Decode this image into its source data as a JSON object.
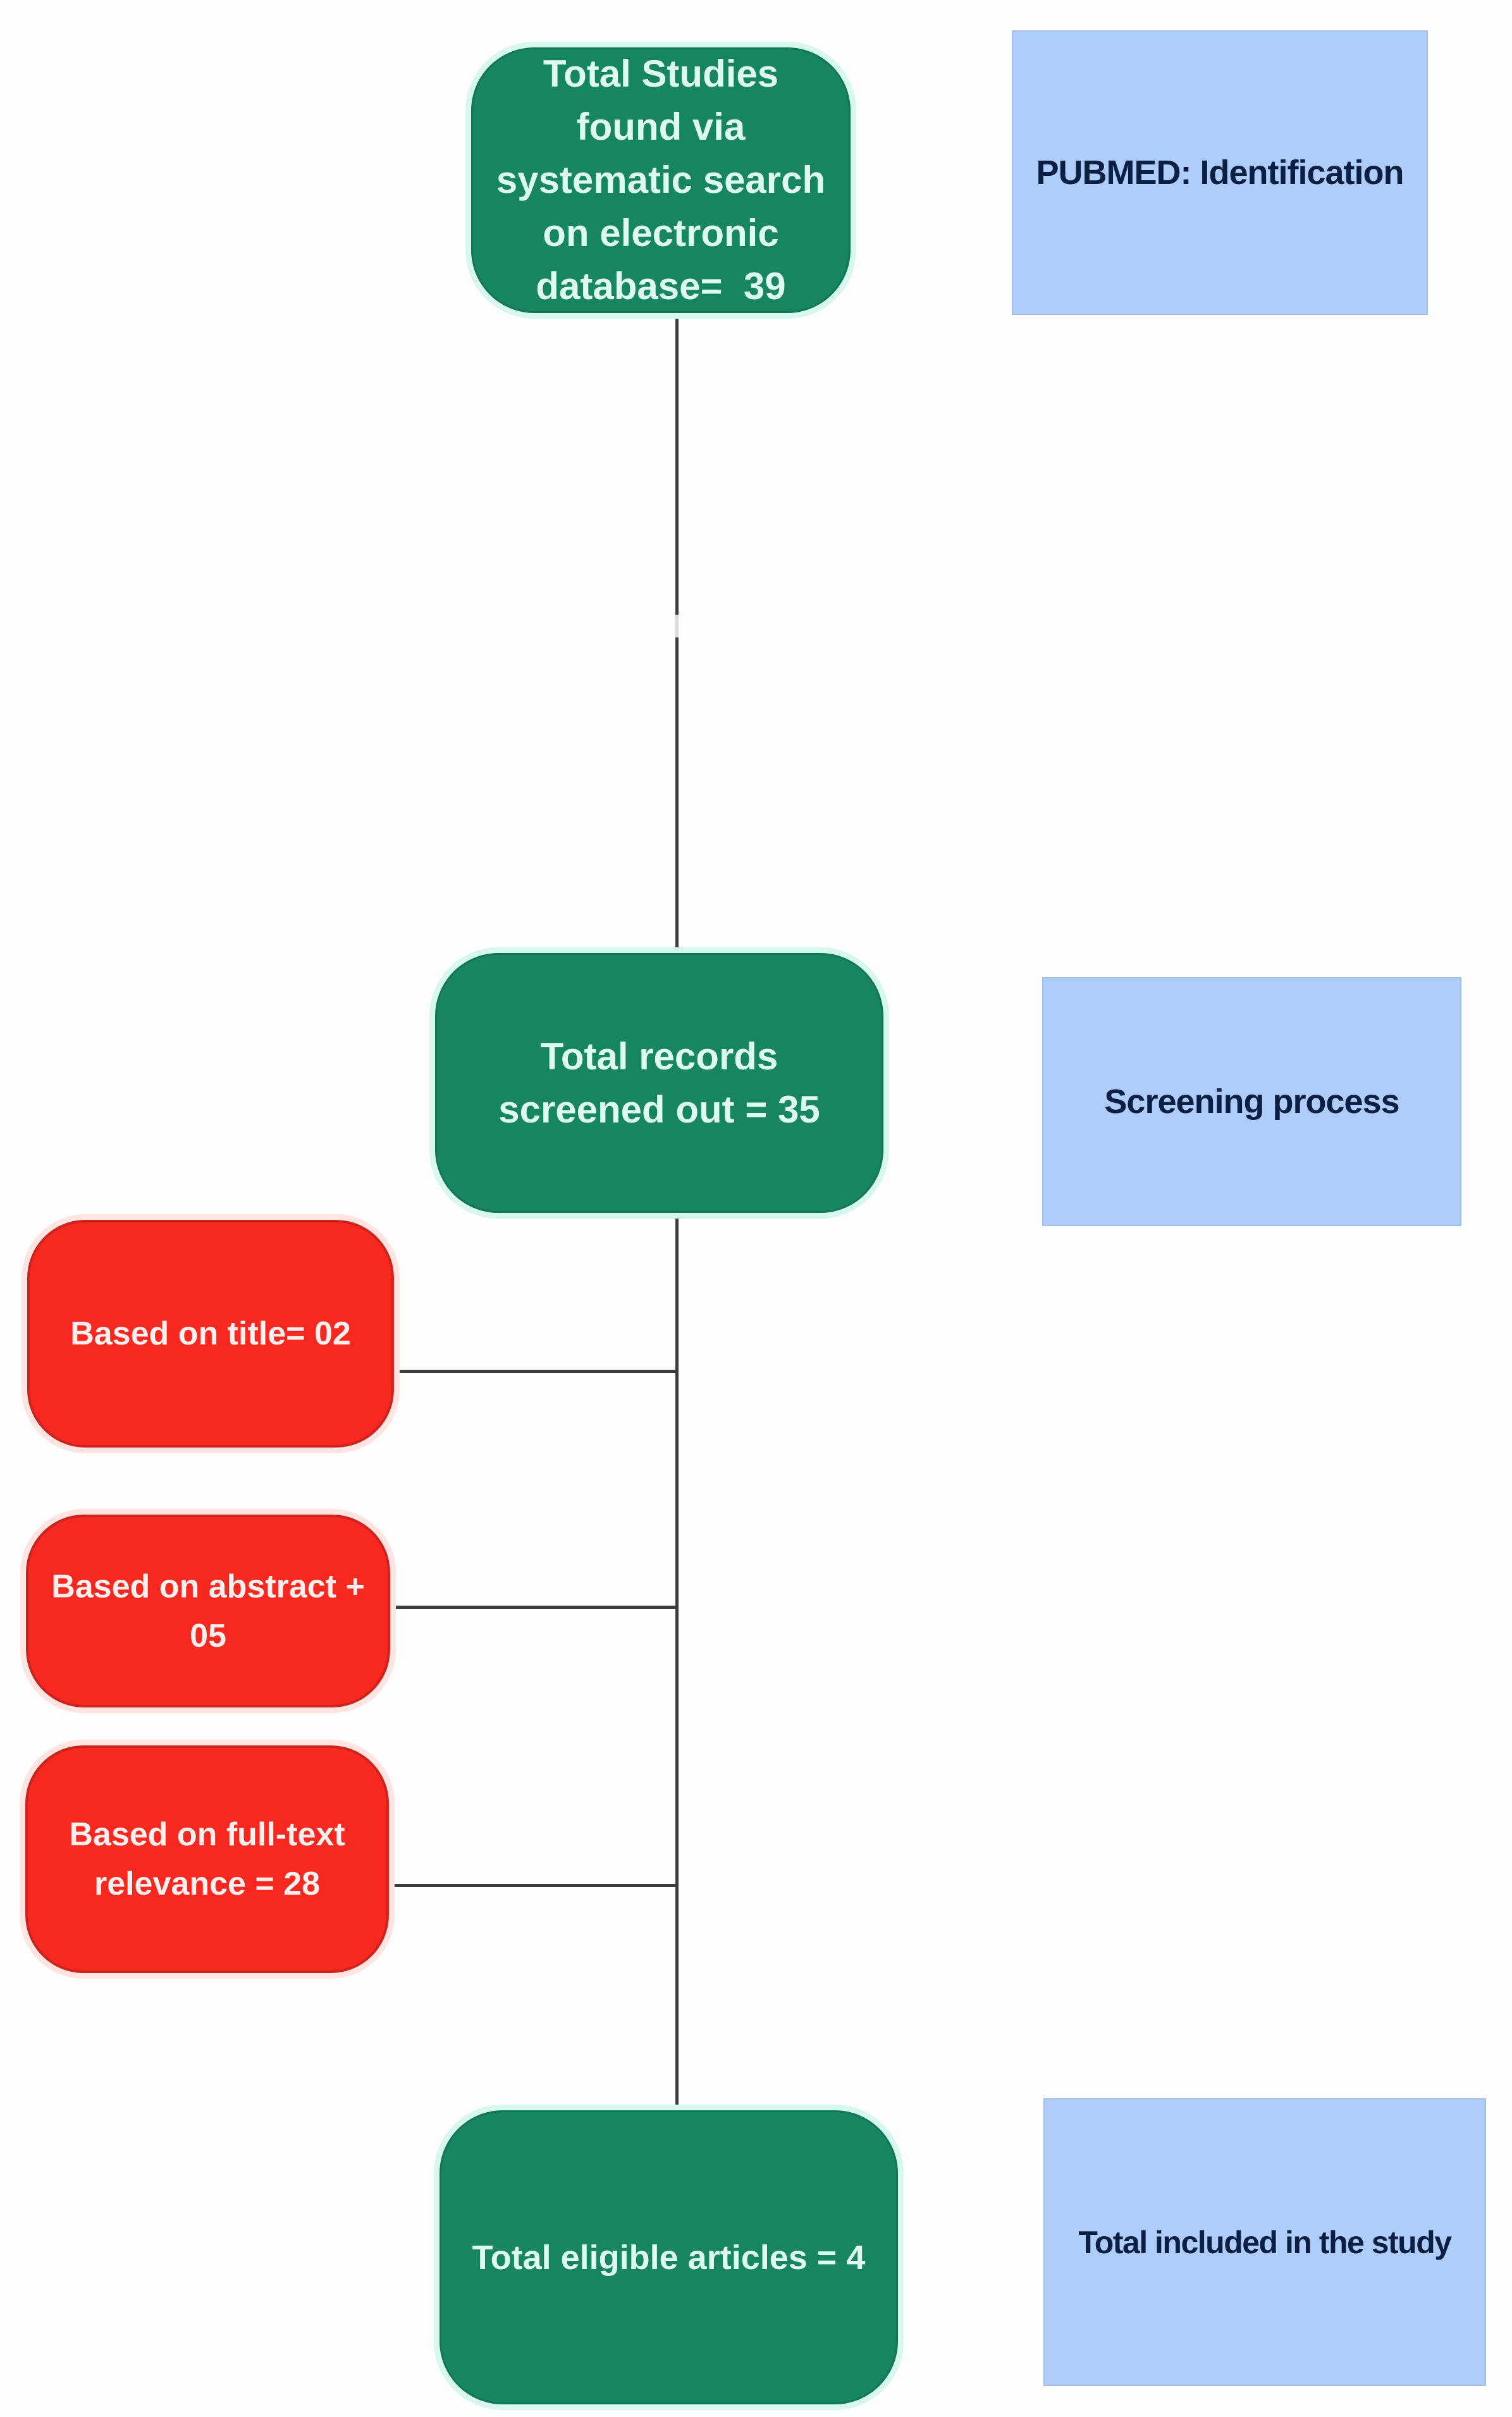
{
  "diagram_title": "PubMed systematic search PRISMA-style flow diagram",
  "colors": {
    "green": "#17855F",
    "green_text": "#DCFBF1",
    "green_glow": "#D7F8EE",
    "red": "#F6281F",
    "red_text": "#FCEFEE",
    "red_glow": "#FFE4E2",
    "blue": "#AECDFA",
    "blue_text": "#0B1F42",
    "line": "#3C3C3C",
    "bg": "#FDFDFD"
  },
  "nodes": {
    "total_found": {
      "lines": [
        "Total Studies",
        "found via",
        "systematic search",
        "on electronic",
        "database=  39"
      ]
    },
    "identification_label": {
      "lines": [
        "PUBMED: Identification"
      ]
    },
    "screened": {
      "lines": [
        "Total records",
        "screened out = 35"
      ]
    },
    "screening_label": {
      "lines": [
        "Screening process"
      ]
    },
    "excluded_title": {
      "lines": [
        "Based on title= 02"
      ]
    },
    "excluded_abstract": {
      "lines": [
        "Based on abstract +",
        "05"
      ]
    },
    "excluded_fulltext": {
      "lines": [
        "Based on full-text",
        "relevance = 28"
      ]
    },
    "eligible": {
      "lines": [
        "Total eligible articles = 4"
      ]
    },
    "included_label": {
      "lines": [
        "Total included in the study"
      ]
    }
  }
}
